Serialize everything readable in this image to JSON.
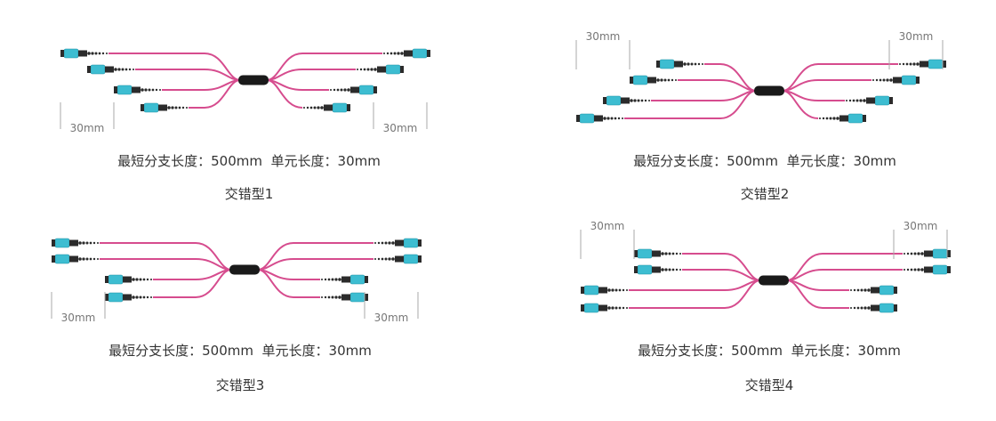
{
  "colors": {
    "fiber": "#d64c8e",
    "connector": "#3dbdd1",
    "connector_dark": "#1f8fa3",
    "boot": "#2b2b2b",
    "hub": "#1a1a1a",
    "dimension_line": "#aaaaaa",
    "dimension_text": "#777777"
  },
  "connector_icon": "mpo-connector-icon",
  "panels": [
    {
      "id": "type-1",
      "name": "交错型1",
      "spec": "最短分支长度：500mm  单元长度：30mm",
      "left_dimension": "30mm",
      "right_dimension": "30mm",
      "dimension_position": "bottom",
      "left_stagger": [
        0,
        1,
        2,
        3
      ],
      "right_stagger": [
        0,
        1,
        2,
        3
      ],
      "stagger_direction": "inward-down"
    },
    {
      "id": "type-2",
      "name": "交错型2",
      "spec": "最短分支长度：500mm  单元长度：30mm",
      "left_dimension": "30mm",
      "right_dimension": "30mm",
      "dimension_position": "top",
      "left_stagger": [
        3,
        2,
        1,
        0
      ],
      "right_stagger": [
        0,
        1,
        2,
        3
      ],
      "stagger_direction": "left-up-right-down"
    },
    {
      "id": "type-3",
      "name": "交错型3",
      "spec": "最短分支长度：500mm  单元长度：30mm",
      "left_dimension": "30mm",
      "right_dimension": "30mm",
      "dimension_position": "bottom",
      "left_stagger": [
        0,
        0,
        2,
        2
      ],
      "right_stagger": [
        0,
        0,
        2,
        2
      ],
      "stagger_direction": "pairs"
    },
    {
      "id": "type-4",
      "name": "交错型4",
      "spec": "最短分支长度：500mm  单元长度：30mm",
      "left_dimension": "30mm",
      "right_dimension": "30mm",
      "dimension_position": "top",
      "left_stagger": [
        2,
        2,
        0,
        0
      ],
      "right_stagger": [
        0,
        0,
        2,
        2
      ],
      "stagger_direction": "pairs-mirrored"
    }
  ]
}
